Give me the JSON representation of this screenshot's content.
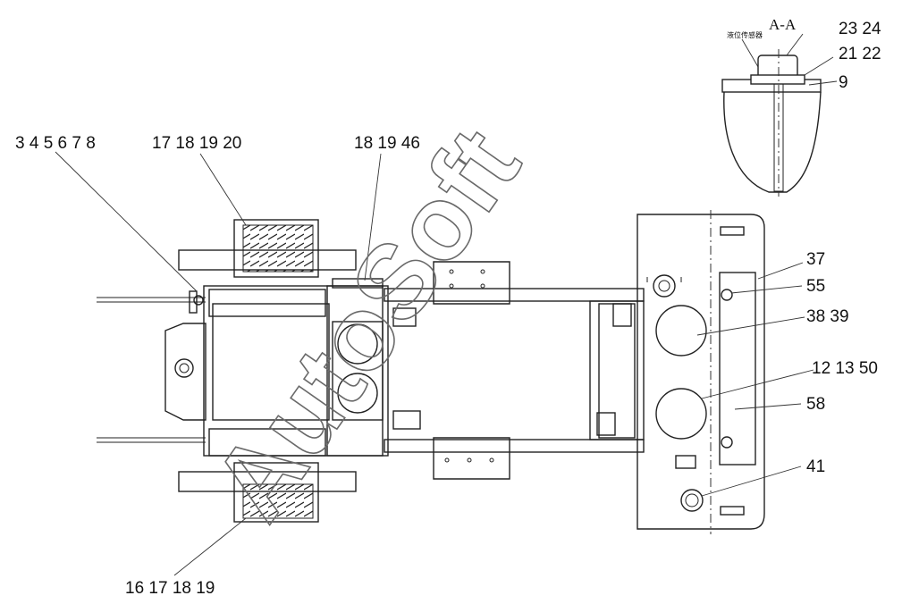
{
  "title": "A-A",
  "section_note": "液位传感器",
  "watermark": "AutoSoft",
  "callouts": [
    {
      "id": "c-3-8",
      "text": "3 4 5 6 7 8"
    },
    {
      "id": "c-17-20",
      "text": "17 18 19 20"
    },
    {
      "id": "c-18-46",
      "text": "18 19 46"
    },
    {
      "id": "c-23-24",
      "text": "23 24"
    },
    {
      "id": "c-21-22",
      "text": "21 22"
    },
    {
      "id": "c-9",
      "text": "9"
    },
    {
      "id": "c-37",
      "text": "37"
    },
    {
      "id": "c-55",
      "text": "55"
    },
    {
      "id": "c-38-39",
      "text": "38 39"
    },
    {
      "id": "c-12-50",
      "text": "12 13 50"
    },
    {
      "id": "c-58",
      "text": "58"
    },
    {
      "id": "c-41",
      "text": "41"
    },
    {
      "id": "c-16-19",
      "text": "16 17 18 19"
    }
  ]
}
